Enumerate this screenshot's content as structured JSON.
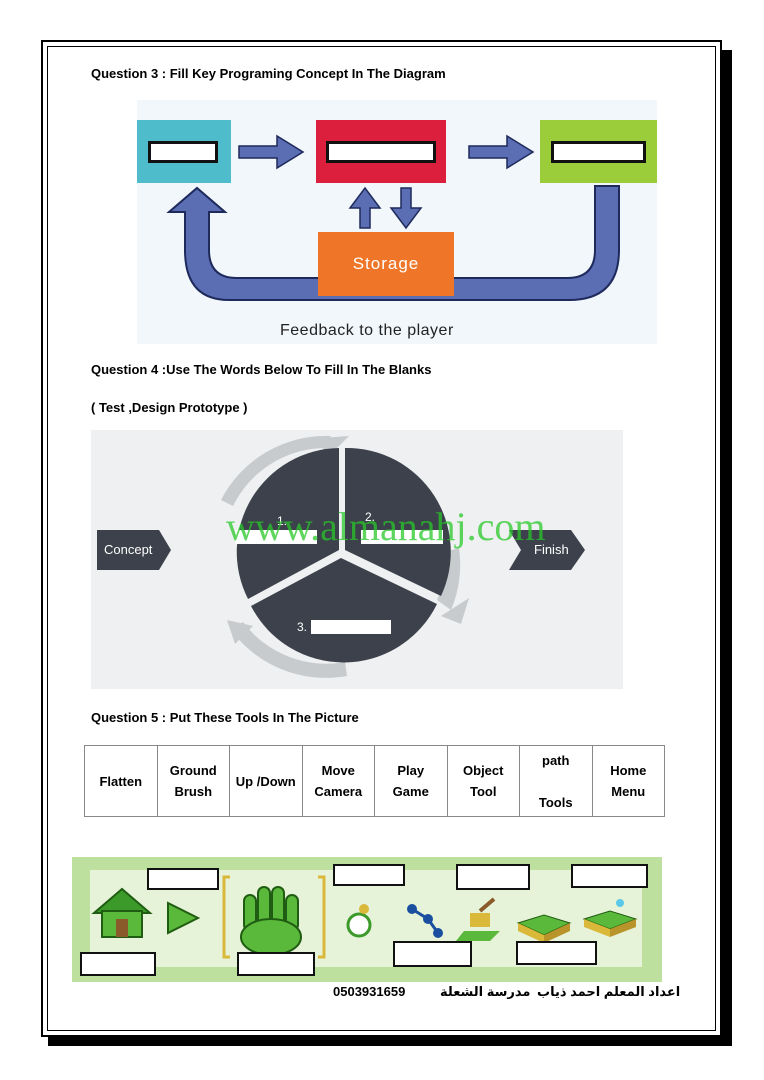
{
  "q3": {
    "title": "Question 3 : Fill Key Programing Concept In The Diagram",
    "storage_label": "Storage",
    "feedback_label": "Feedback to the player"
  },
  "q4": {
    "title": "Question 4 :Use The Words Below To Fill In The Blanks",
    "words": "( Test ,Design Prototype )",
    "concept_label": "Concept",
    "finish_label": "Finish",
    "step1": "1.",
    "step2": "2.",
    "step3": "3."
  },
  "watermark": "www.almanahj.com",
  "q5": {
    "title": "Question 5 : Put These Tools In The Picture",
    "tools": {
      "t1": "Flatten",
      "t2a": "Ground",
      "t2b": "Brush",
      "t3": "Up /Down",
      "t4a": "Move",
      "t4b": "Camera",
      "t5a": "Play",
      "t5b": "Game",
      "t6a": "Object",
      "t6b": "Tool",
      "t7a": "path",
      "t7b": "Tools",
      "t8a": "Home",
      "t8b": "Menu"
    }
  },
  "footer": {
    "phone": "0503931659",
    "school": "مدرسة الشعلة",
    "teacher": "اعداد المعلم احمد ذياب"
  },
  "colors": {
    "cyan_box": "#4ebccb",
    "red_box": "#dc1f3c",
    "green_box": "#9bcc3a",
    "storage_box": "#ef7628",
    "arrow": "#5b6db3",
    "cycle_dark": "#3c414b",
    "toolbar_bg": "#bde09e"
  }
}
